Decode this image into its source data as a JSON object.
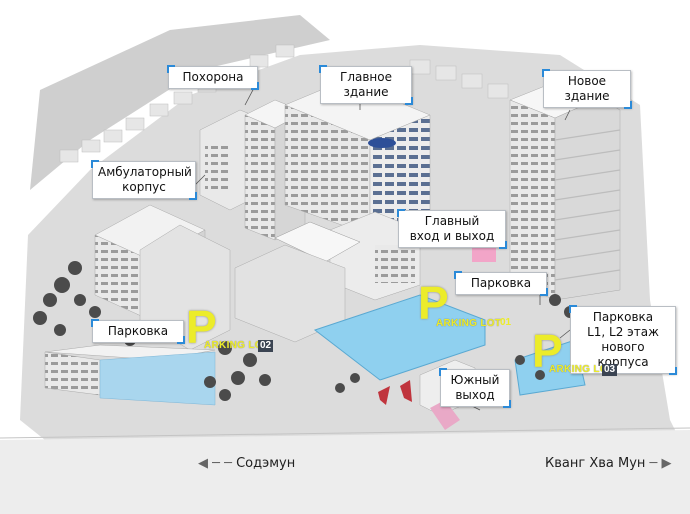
{
  "labels": {
    "pokhorona": "Похорона",
    "main_building": [
      "Главное",
      "здание"
    ],
    "new_building": [
      "Новое",
      "здание"
    ],
    "outpatient": [
      "Амбулаторный",
      "корпус"
    ],
    "main_entrance": [
      "Главный",
      "вход и выход"
    ],
    "parking_right": "Парковка",
    "parking_left": "Парковка",
    "parking_new": [
      "Парковка",
      "L1, L2 этаж",
      "нового корпуса"
    ],
    "south_exit": [
      "Южный",
      "выход"
    ]
  },
  "parking_lots": {
    "lot1": {
      "letter": "P",
      "text": "ARKING LOT",
      "number": "01"
    },
    "lot2": {
      "letter": "P",
      "text": "ARKING LOT",
      "number": "02"
    },
    "lot3": {
      "letter": "P",
      "text": "ARKING LOT",
      "number": "03"
    }
  },
  "roads": {
    "left": "Содэмун",
    "right": "Кванг Хва Мун"
  },
  "colors": {
    "parking_marker": "#ecec2a",
    "parking_area": "#8fd0ef",
    "callout_accent": "#2b8ad8"
  }
}
